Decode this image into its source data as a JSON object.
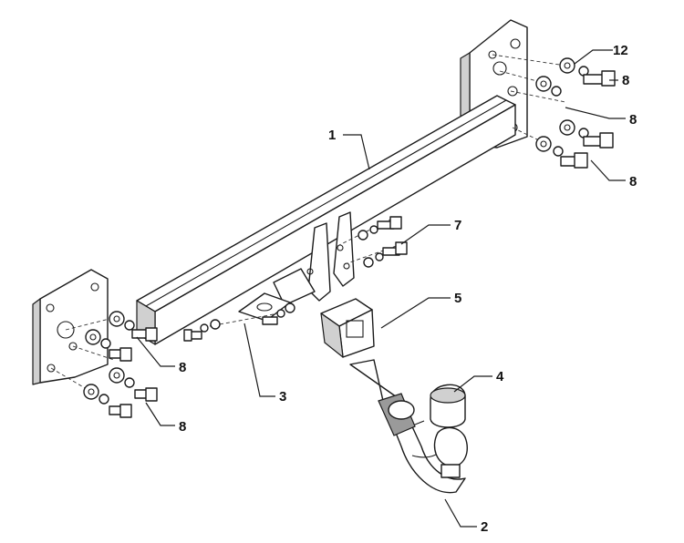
{
  "diagram": {
    "callouts": {
      "c1": "1",
      "c2": "2",
      "c3": "3",
      "c4": "4",
      "c5": "5",
      "c7": "7",
      "c8a": "8",
      "c8b": "8",
      "c8c": "8",
      "c8d": "8",
      "c8e": "8",
      "c12": "12"
    }
  }
}
